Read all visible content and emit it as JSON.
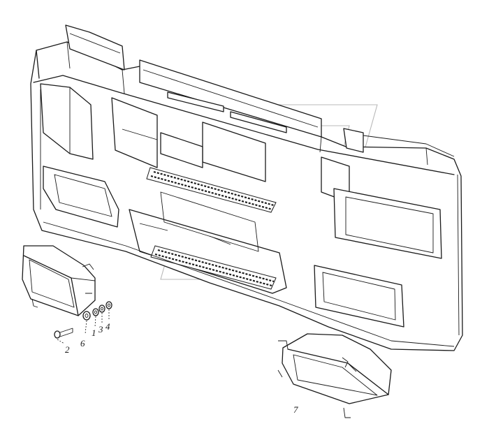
{
  "callouts": {
    "c1": "1",
    "c2": "2",
    "c3": "3",
    "c4": "4",
    "c6": "6",
    "c7": "7"
  }
}
